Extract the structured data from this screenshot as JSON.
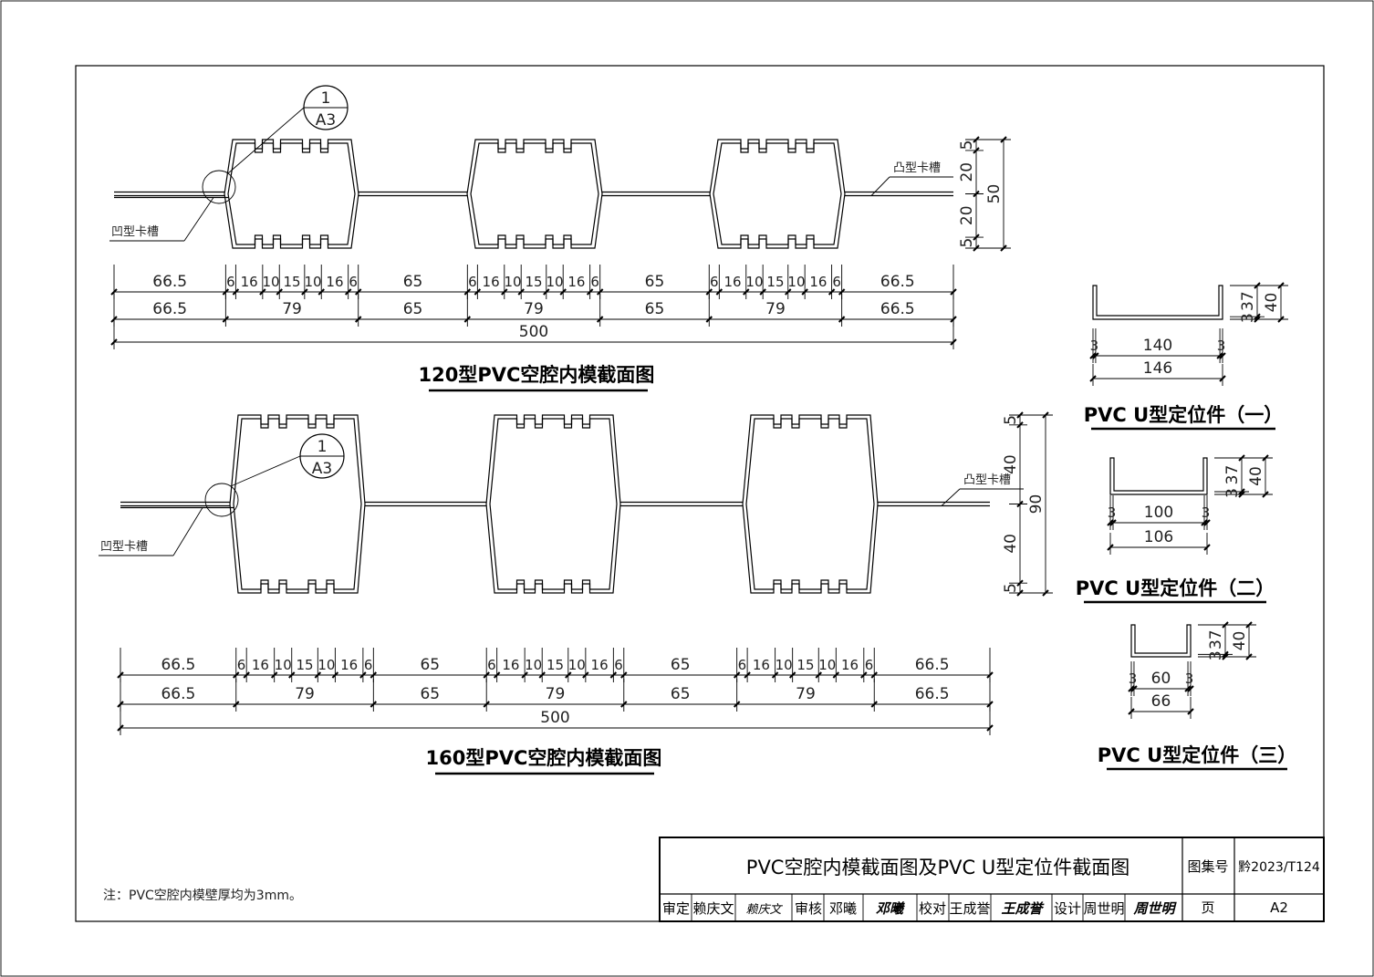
{
  "drawing_120": {
    "title": "120型PVC空腔内模截面图",
    "detail_ref": {
      "num": "1",
      "sheet": "A3"
    },
    "convex_label": "凸型卡槽",
    "concave_label": "凹型卡槽",
    "dim_row1": [
      "66.5",
      "6",
      "16",
      "10",
      "15",
      "10",
      "16",
      "6",
      "65",
      "6",
      "16",
      "10",
      "15",
      "10",
      "16",
      "6",
      "65",
      "6",
      "16",
      "10",
      "15",
      "10",
      "16",
      "6",
      "66.5"
    ],
    "dim_row2": [
      "66.5",
      "79",
      "65",
      "79",
      "65",
      "79",
      "66.5"
    ],
    "dim_total": [
      "500"
    ],
    "dim_vertical": [
      "5",
      "20",
      "20",
      "5"
    ],
    "dim_vertical_total": [
      "50"
    ]
  },
  "drawing_160": {
    "title": "160型PVC空腔内模截面图",
    "detail_ref": {
      "num": "1",
      "sheet": "A3"
    },
    "convex_label": "凸型卡槽",
    "concave_label": "凹型卡槽",
    "dim_row1": [
      "66.5",
      "6",
      "16",
      "10",
      "15",
      "10",
      "16",
      "6",
      "65",
      "6",
      "16",
      "10",
      "15",
      "10",
      "16",
      "6",
      "65",
      "6",
      "16",
      "10",
      "15",
      "10",
      "16",
      "6",
      "66.5"
    ],
    "dim_row2": [
      "66.5",
      "79",
      "65",
      "79",
      "65",
      "79",
      "66.5"
    ],
    "dim_total": [
      "500"
    ],
    "dim_vertical": [
      "5",
      "40",
      "40",
      "5"
    ],
    "dim_vertical_total": [
      "90"
    ]
  },
  "u_parts": [
    {
      "title": "PVC U型定位件（一）",
      "inner": [
        "3",
        "140",
        "3"
      ],
      "outer": [
        "146"
      ],
      "height": [
        "3",
        "37"
      ],
      "height_total": [
        "40"
      ]
    },
    {
      "title": "PVC U型定位件（二）",
      "inner": [
        "3",
        "100",
        "3"
      ],
      "outer": [
        "106"
      ],
      "height": [
        "3",
        "37"
      ],
      "height_total": [
        "40"
      ]
    },
    {
      "title": "PVC U型定位件（三）",
      "inner": [
        "3",
        "60",
        "3"
      ],
      "outer": [
        "66"
      ],
      "height": [
        "3",
        "37"
      ],
      "height_total": [
        "40"
      ]
    }
  ],
  "note": "注：PVC空腔内模壁厚均为3mm。",
  "title_block": {
    "title": "PVC空腔内模截面图及PVC  U型定位件截面图",
    "atlas_label": "图集号",
    "atlas_no": "黔2023/T124",
    "page_label": "页",
    "page_no": "A2",
    "roles": [
      {
        "role": "审定",
        "name": "赖庆文",
        "signature": "赖庆文"
      },
      {
        "role": "审核",
        "name": "邓曦",
        "signature": "邓曦"
      },
      {
        "role": "校对",
        "name": "王成誉",
        "signature": "王成誉"
      },
      {
        "role": "设计",
        "name": "周世明",
        "signature": "周世明"
      }
    ]
  }
}
